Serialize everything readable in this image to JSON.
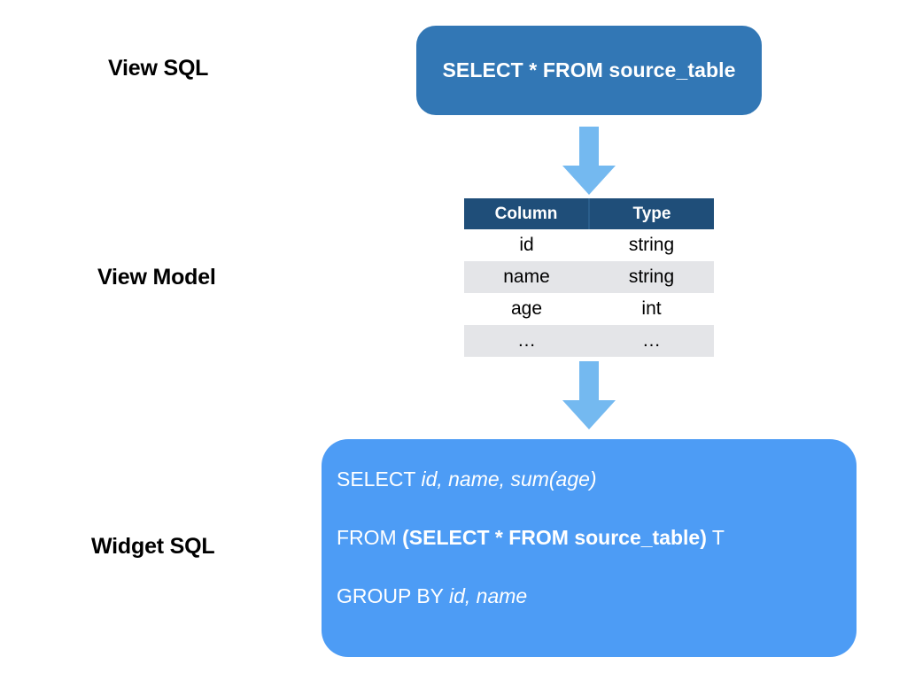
{
  "diagram": {
    "title": "View SQL to View Model to Widget SQL",
    "colors": {
      "view_sql_box": "#3277b5",
      "widget_sql_box": "#4d9cf5",
      "arrow": "#74b9f0",
      "table_header": "#1f4e79",
      "table_row_alt": "#e4e5e8",
      "text_light": "#ffffff",
      "text_dark": "#000000"
    }
  },
  "labels": {
    "view_sql": "View SQL",
    "view_model": "View Model",
    "widget_sql": "Widget SQL"
  },
  "view_sql": {
    "query": "SELECT * FROM source_table"
  },
  "arrows": {
    "top": "down-arrow",
    "bottom": "down-arrow"
  },
  "view_model": {
    "headers": [
      "Column",
      "Type"
    ],
    "rows": [
      [
        "id",
        "string"
      ],
      [
        "name",
        "string"
      ],
      [
        "age",
        "int"
      ],
      [
        "…",
        "…"
      ]
    ]
  },
  "widget_sql": {
    "lines": [
      {
        "parts": [
          {
            "text": "SELECT ",
            "style": "keyword"
          },
          {
            "text": "id, name, sum(age)",
            "style": "italic"
          }
        ]
      },
      {
        "parts": [
          {
            "text": "FROM ",
            "style": "keyword"
          },
          {
            "text": "(SELECT * FROM source_table)",
            "style": "bold"
          },
          {
            "text": " T",
            "style": "keyword"
          }
        ]
      },
      {
        "parts": [
          {
            "text": "GROUP BY ",
            "style": "keyword"
          },
          {
            "text": "id, name",
            "style": "italic"
          }
        ]
      }
    ]
  }
}
